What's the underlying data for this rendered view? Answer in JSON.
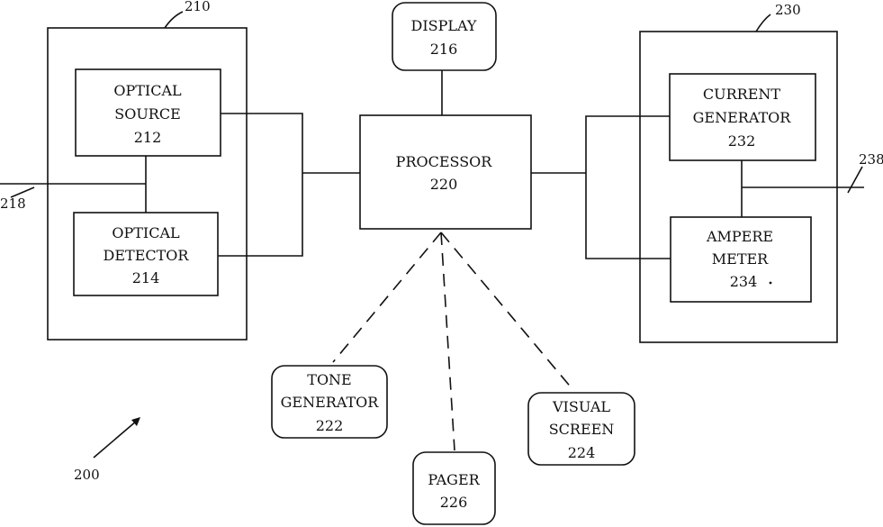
{
  "components": {
    "optical_source": {
      "line1": "OPTICAL",
      "line2": "SOURCE",
      "number": "212"
    },
    "optical_detector": {
      "line1": "OPTICAL",
      "line2": "DETECTOR",
      "number": "214"
    },
    "display": {
      "line1": "DISPLAY",
      "number": "216"
    },
    "processor": {
      "line1": "PROCESSOR",
      "number": "220"
    },
    "current_generator": {
      "line1": "CURRENT",
      "line2": "GENERATOR",
      "number": "232"
    },
    "ampere_meter": {
      "line1": "AMPERE",
      "line2": "METER",
      "number": "234"
    },
    "tone_generator": {
      "line1": "TONE",
      "line2": "GENERATOR",
      "number": "222"
    },
    "visual_screen": {
      "line1": "VISUAL",
      "line2": "SCREEN",
      "number": "224"
    },
    "pager": {
      "line1": "PAGER",
      "number": "226"
    }
  },
  "references": {
    "optical_unit": "210",
    "electrical_unit": "230",
    "input_line": "218",
    "output_line": "238",
    "system": "200"
  }
}
